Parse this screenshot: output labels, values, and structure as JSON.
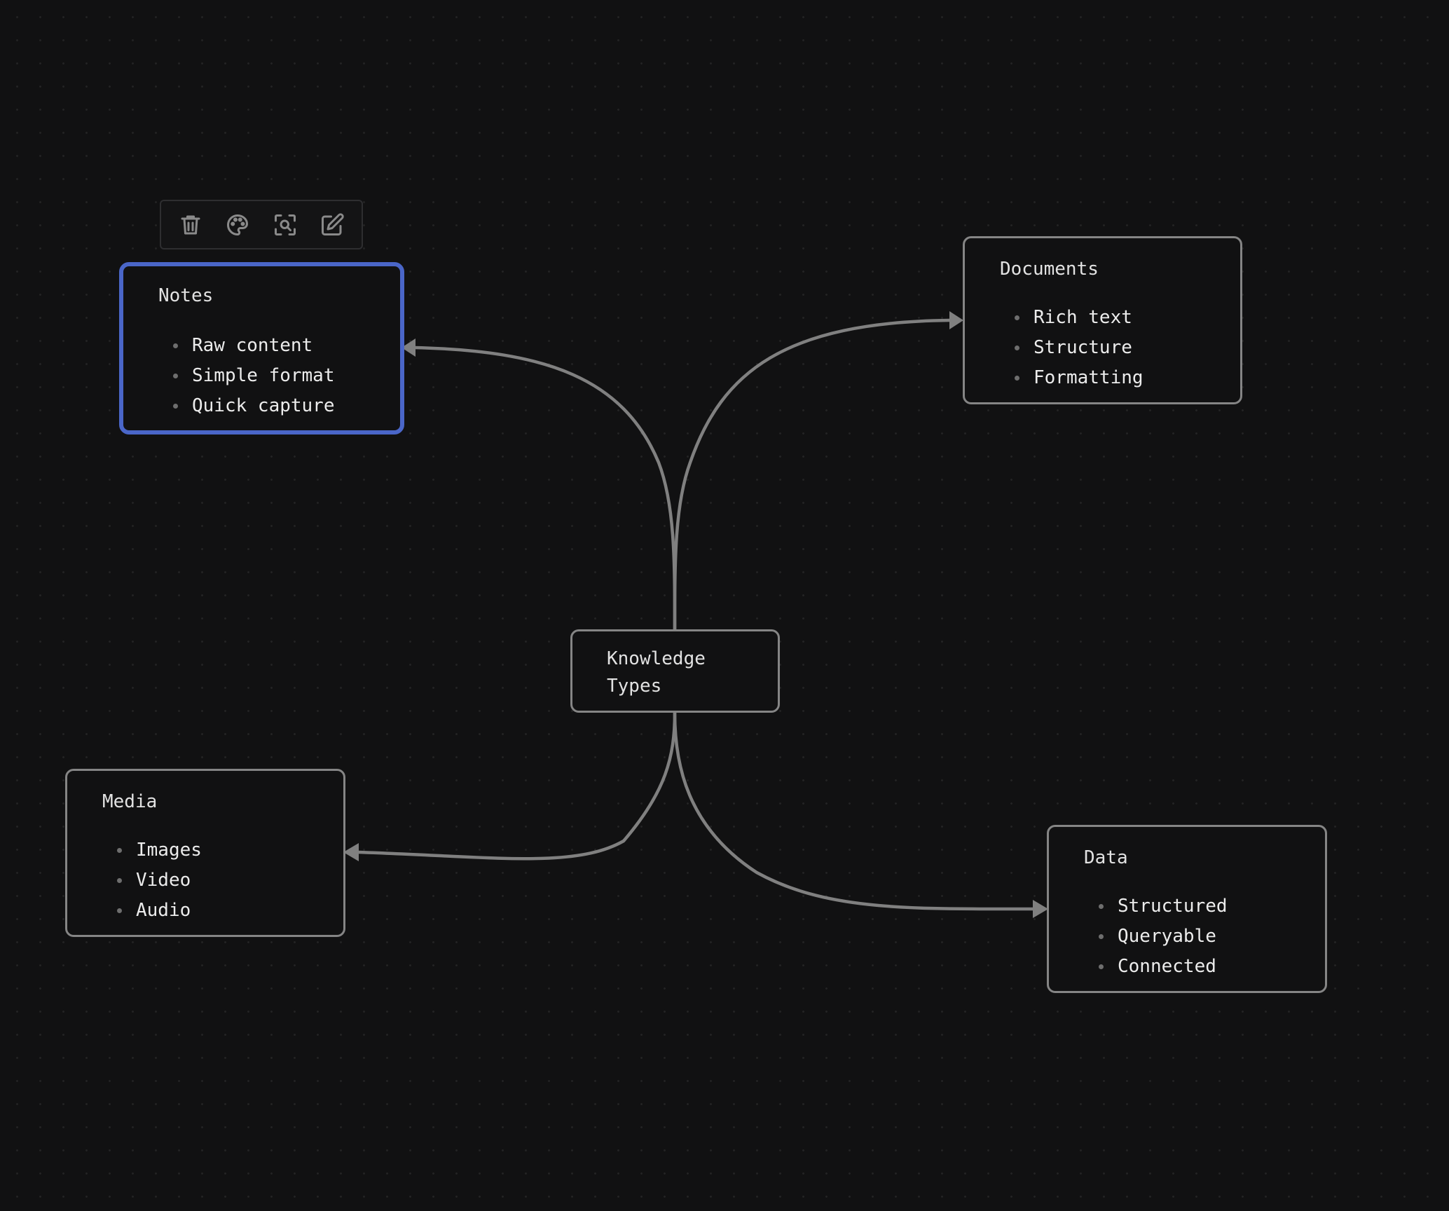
{
  "toolbar": {
    "actions": [
      {
        "icon": "trash-icon"
      },
      {
        "icon": "palette-icon"
      },
      {
        "icon": "zoom-to-fit-icon"
      },
      {
        "icon": "edit-icon"
      }
    ]
  },
  "colors": {
    "background": "#111112",
    "node_border": "#858585",
    "selected_border": "#4a66c8",
    "edge": "#808080",
    "text": "#e6e6e6",
    "bullet": "#6e6e6e"
  },
  "diagram": {
    "center": {
      "title_line1": "Knowledge",
      "title_line2": "Types"
    },
    "nodes": {
      "notes": {
        "title": "Notes",
        "selected": true,
        "items": [
          "Raw content",
          "Simple format",
          "Quick capture"
        ]
      },
      "documents": {
        "title": "Documents",
        "selected": false,
        "items": [
          "Rich text",
          "Structure",
          "Formatting"
        ]
      },
      "media": {
        "title": "Media",
        "selected": false,
        "items": [
          "Images",
          "Video",
          "Audio"
        ]
      },
      "data": {
        "title": "Data",
        "selected": false,
        "items": [
          "Structured",
          "Queryable",
          "Connected"
        ]
      }
    },
    "edges": [
      {
        "from": "Knowledge Types",
        "to": "Notes"
      },
      {
        "from": "Knowledge Types",
        "to": "Documents"
      },
      {
        "from": "Knowledge Types",
        "to": "Media"
      },
      {
        "from": "Knowledge Types",
        "to": "Data"
      }
    ]
  }
}
